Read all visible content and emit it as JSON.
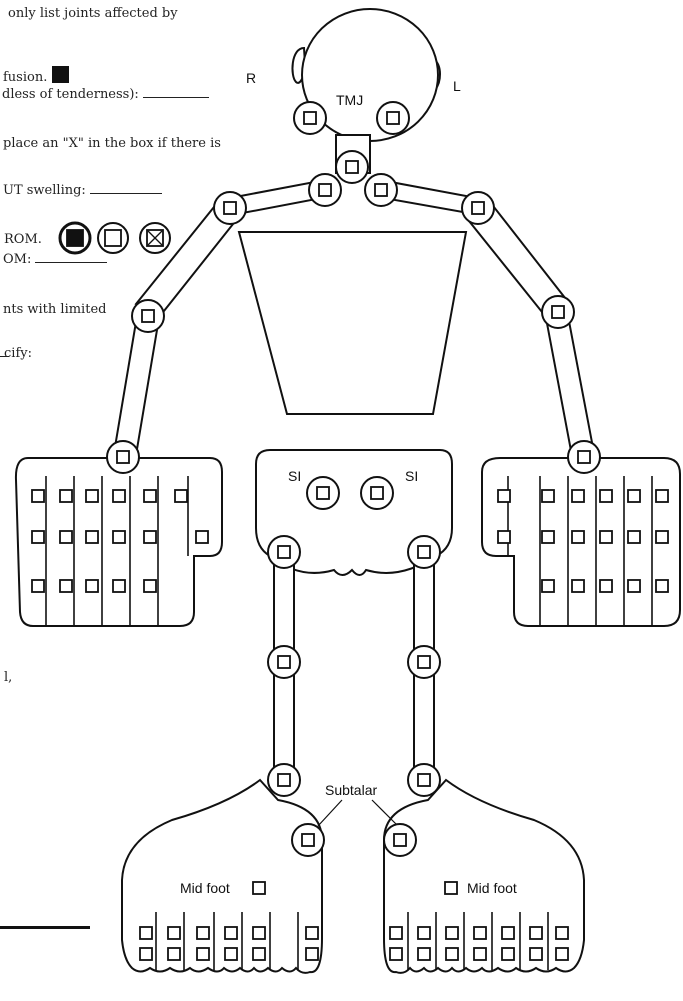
{
  "form_text": {
    "line1": "only list joints affected by",
    "line2": "fusion.",
    "line3": "dless of tenderness): ",
    "line4": "place an \"X\" in the box if there is",
    "line5": "UT swelling: ",
    "line6": "ROM.",
    "line7": "OM: ",
    "line8": "nts with limited",
    "line9": "cify:",
    "line10": "l,"
  },
  "labels": {
    "right": "R",
    "left": "L",
    "tmj": "TMJ",
    "si_right": "SI",
    "si_left": "SI",
    "subtalar": "Subtalar",
    "mid_foot_right": "Mid foot",
    "mid_foot_left": "Mid foot"
  },
  "legend": [
    {
      "meaning": "effusion",
      "box_style": "filled"
    },
    {
      "meaning": "range of motion",
      "box_style": "filled"
    },
    {
      "meaning": "range of motion",
      "box_style": "empty"
    },
    {
      "meaning": "range of motion",
      "box_style": "crossed"
    }
  ]
}
